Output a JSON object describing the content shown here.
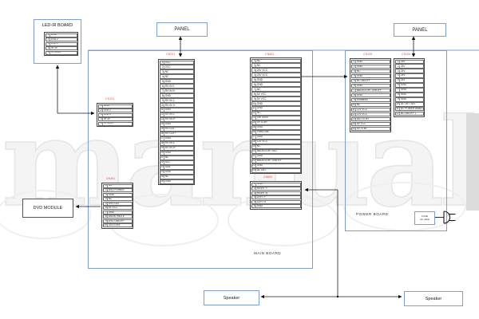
{
  "watermark": {
    "text": "manuali"
  },
  "colors": {
    "board_border": "#7d9fd3",
    "header_red": "#cc5a50",
    "wire": "#1a1a1a"
  },
  "led_ir_board": {
    "title": "LED-IR BOARD",
    "rows": [
      "1 GND",
      "2 LED 2",
      "3 LED 1",
      "4 IR 3V",
      "5 IR SIGN"
    ]
  },
  "panel_left": {
    "label": "PANEL"
  },
  "panel_right": {
    "label": "PANEL"
  },
  "dvd_module": {
    "label": "DVD MODULE"
  },
  "speaker_left": {
    "label": "Speaker"
  },
  "speaker_right": {
    "label": "Speaker"
  },
  "main_board": {
    "label": "MAIN BOARD",
    "cn_panel": {
      "name": "CN201",
      "rows": [
        "1 VCC",
        "2 VCC",
        "3 NC",
        "4 NC",
        "5 GND",
        "6 RX IN 0-",
        "7 RX IN 0+",
        "8 GND",
        "9 RX IN 1-",
        "10 RX IN 1+",
        "11 GND",
        "12 RX IN 2-",
        "13 RX IN 2+",
        "14 GND",
        "15 RX CLK-",
        "16 RX CLK+",
        "17 GND",
        "18 RX IN 3-",
        "19 RX IN 3+",
        "20 GND",
        "21 NC",
        "22 SCL",
        "23 SDA",
        "24 GND",
        "25 NC",
        "26 GND"
      ]
    },
    "cn_power": {
      "name": "CN601",
      "rows": [
        "1 NC",
        "2 NC",
        "3 24V VCC",
        "4 24V VCC",
        "5 GND",
        "6 GND",
        "7 NC",
        "8 5V VCC",
        "9 5V VCC",
        "10 GND",
        "11 GND",
        "12 NC",
        "13 SW SIGN",
        "14 5V STBY",
        "15 GND",
        "16 PWM DIM",
        "17 GND",
        "18 12V VCC",
        "19 NC",
        "20 BACKLIGHT ADJ",
        "21 GND",
        "22 BACKLIGHT ON/OFF",
        "23 GND",
        "24 AC DET"
      ]
    },
    "cn_audio": {
      "name": "CN602",
      "rows": [
        "1 GND",
        "2 RIGHT P",
        "3 RIGHT N",
        "4 LEFT P",
        "5 LEFT N",
        "6 GND"
      ]
    },
    "cn_ir": {
      "name": "CN701",
      "rows": [
        "1 GND",
        "2 LED 2",
        "3 LED 1",
        "4 IR 3V",
        "5 IR SIGN"
      ]
    },
    "cn_dvd": {
      "name": "CN301",
      "rows": [
        "1 NC",
        "2 DVD POWER",
        "3 GND",
        "4 NC",
        "5 DVD DET",
        "6 5V VCC",
        "7 GND",
        "8 AUDIO MUTE",
        "9 DVD ON/OFF",
        "10 3V3 STBY"
      ]
    }
  },
  "power_board": {
    "label": "POWER BOARD",
    "cn_main": {
      "name": "CN105",
      "rows": [
        "1 GND",
        "2 GND",
        "3 NC",
        "4 GND",
        "5 BL ON/OFF",
        "6 GND",
        "7 BACKLIGHT ON/OFF",
        "8 GND",
        "9 DIMMING",
        "10 NC",
        "11 12V VCC",
        "12 12V VCC",
        "13 ADJ STBY",
        "14 5V VCC",
        "15 5V STBY"
      ]
    },
    "cn_panel": {
      "name": "CN106",
      "rows": [
        "1 24V",
        "2 24V",
        "3 24V",
        "4 24V",
        "5 24V",
        "6 GND",
        "7 GND",
        "8 GND",
        "9 GND",
        "10 AC DET SEL",
        "11 AC POWER ANALOG",
        "12 BL ON/OFF 1"
      ]
    },
    "fuse": {
      "line1": "FUSE",
      "line2": "AC cable"
    }
  }
}
